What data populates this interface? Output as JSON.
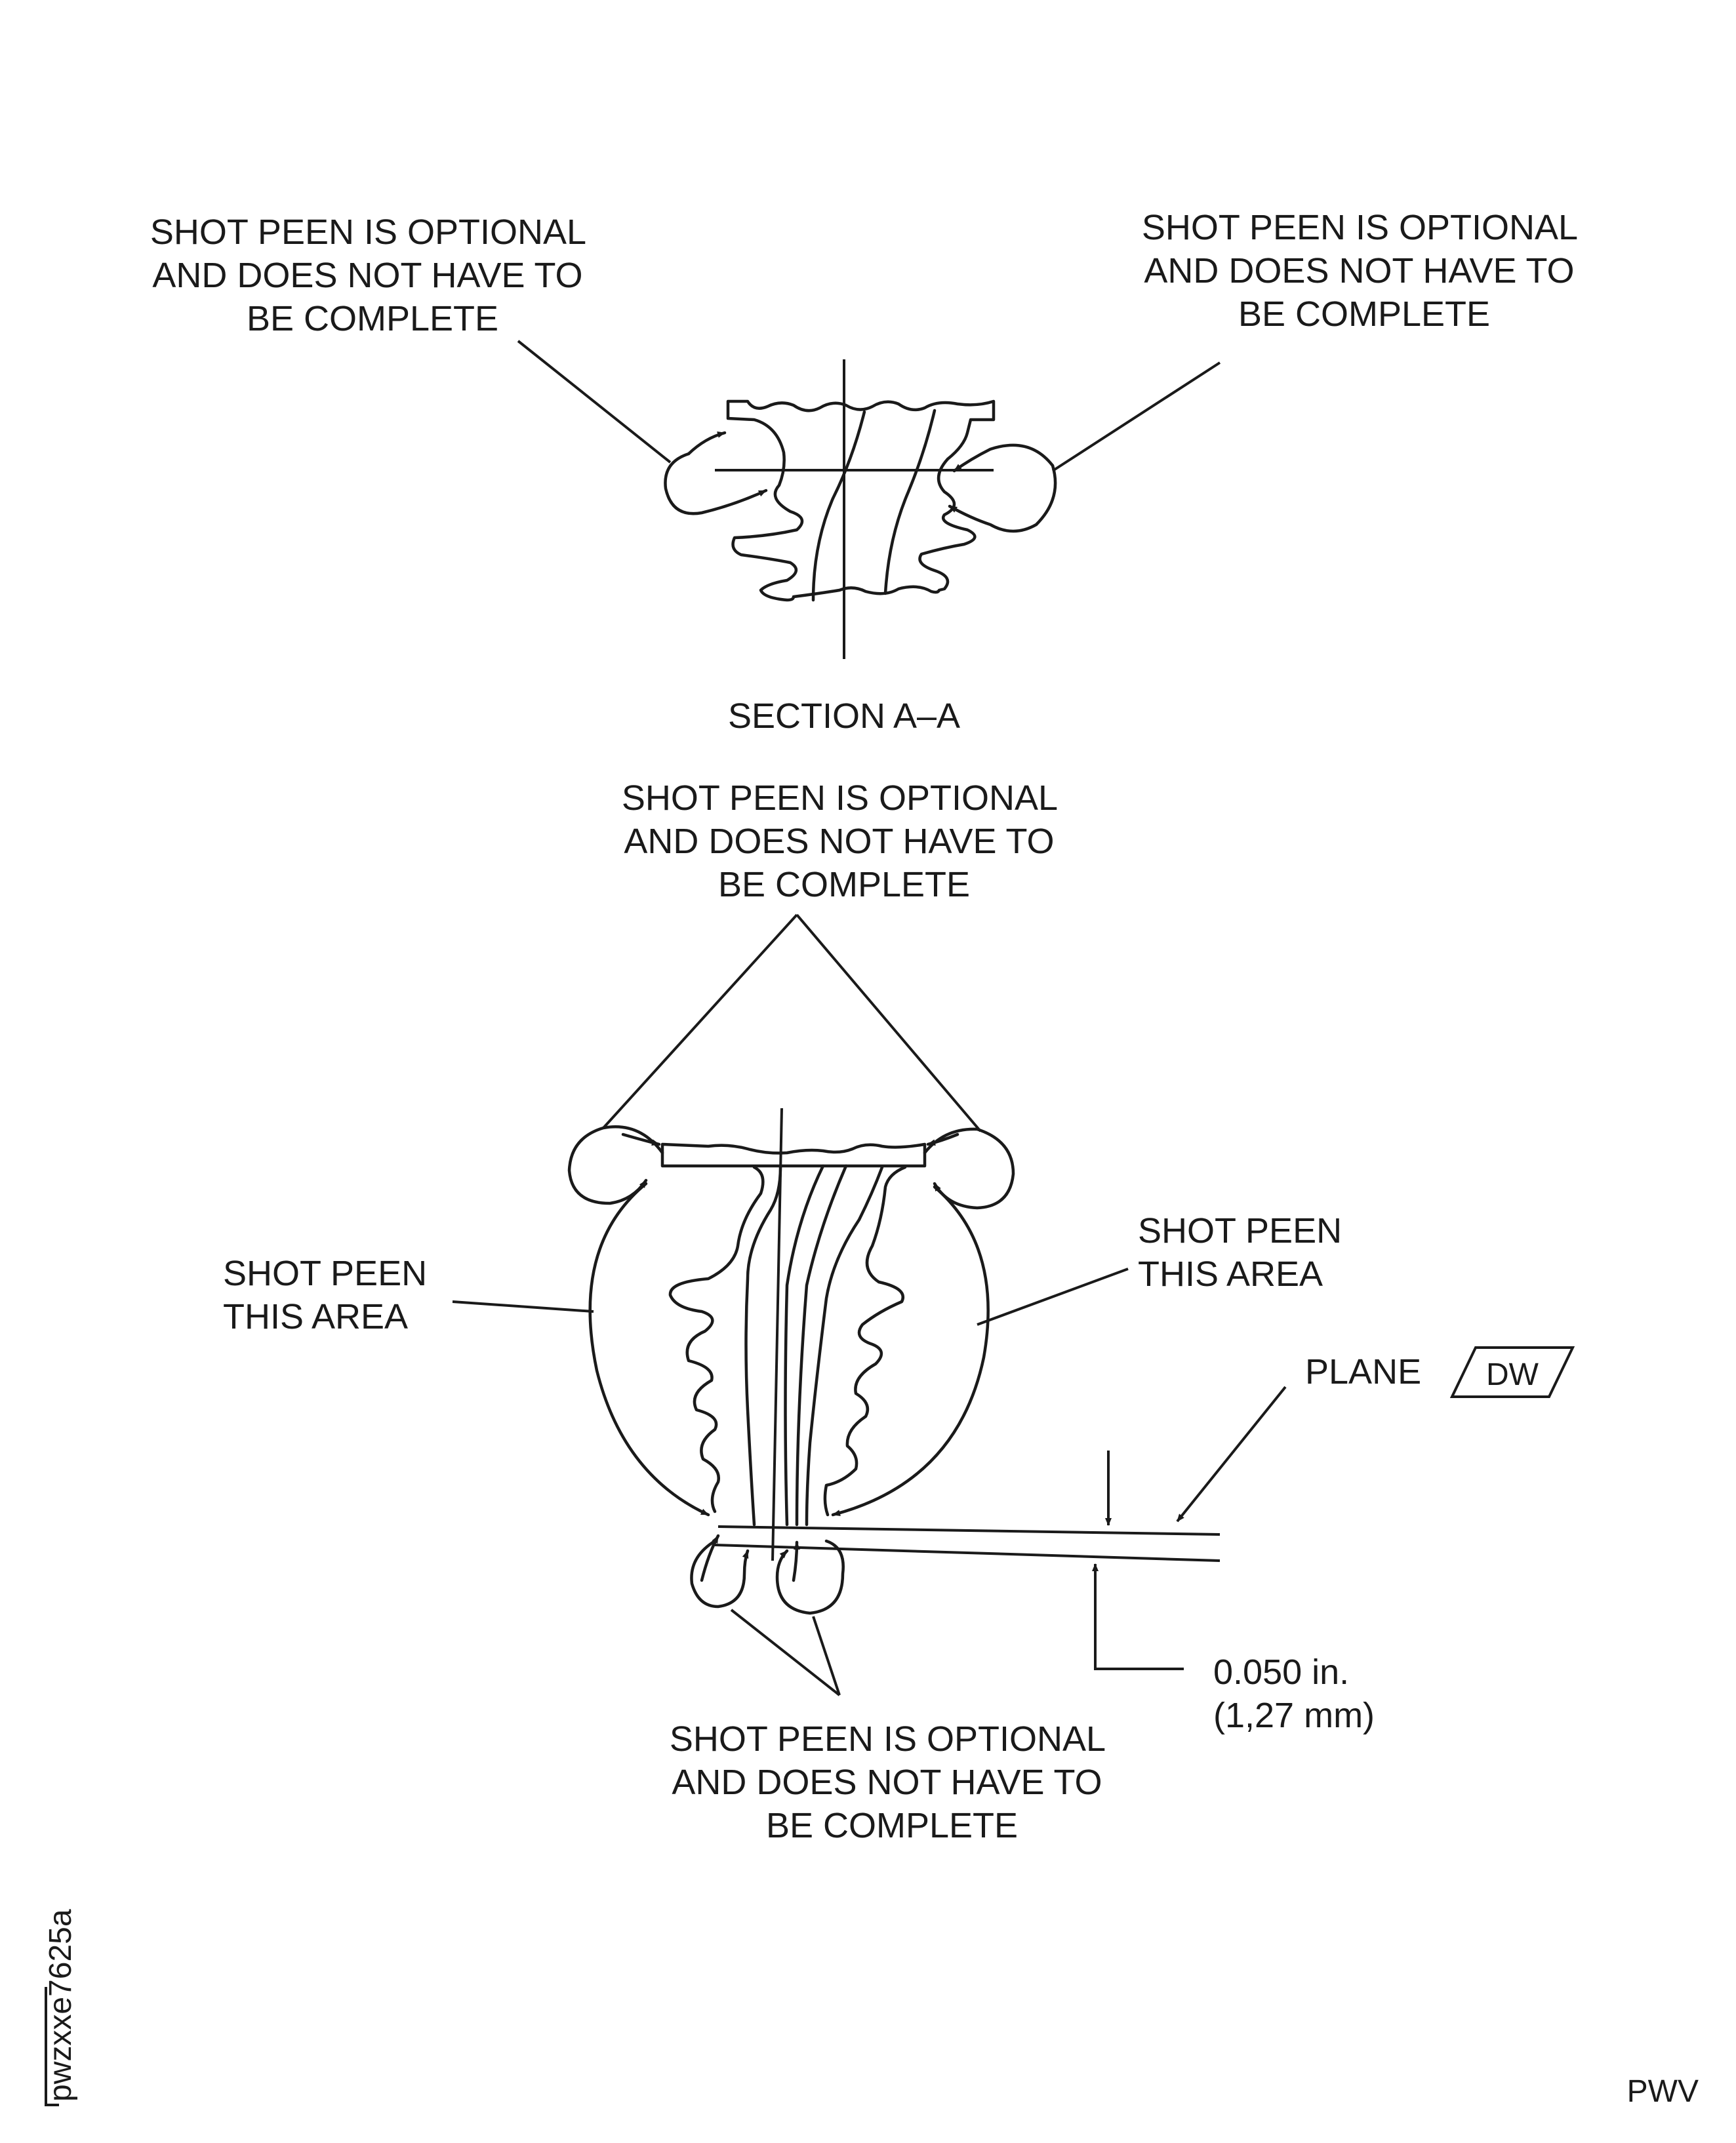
{
  "notes": {
    "top_left": [
      "SHOT PEEN IS OPTIONAL",
      "AND DOES NOT HAVE TO",
      "BE COMPLETE"
    ],
    "top_right": [
      "SHOT PEEN IS OPTIONAL",
      "AND DOES NOT HAVE TO",
      "BE COMPLETE"
    ],
    "section_title": "SECTION A–A",
    "mid_top": [
      "SHOT PEEN IS OPTIONAL",
      "AND DOES NOT HAVE TO",
      "BE COMPLETE"
    ],
    "left_area": [
      "SHOT PEEN",
      "THIS AREA"
    ],
    "right_area": [
      "SHOT PEEN",
      "THIS AREA"
    ],
    "plane_label": "PLANE",
    "datum": "DW",
    "dimension": [
      "0.050 in.",
      "(1,27 mm)"
    ],
    "bottom": [
      "SHOT PEEN IS OPTIONAL",
      "AND DOES NOT HAVE TO",
      "BE COMPLETE"
    ]
  },
  "figure_id": "pwzxxe7625a",
  "footer_code": "PWV"
}
